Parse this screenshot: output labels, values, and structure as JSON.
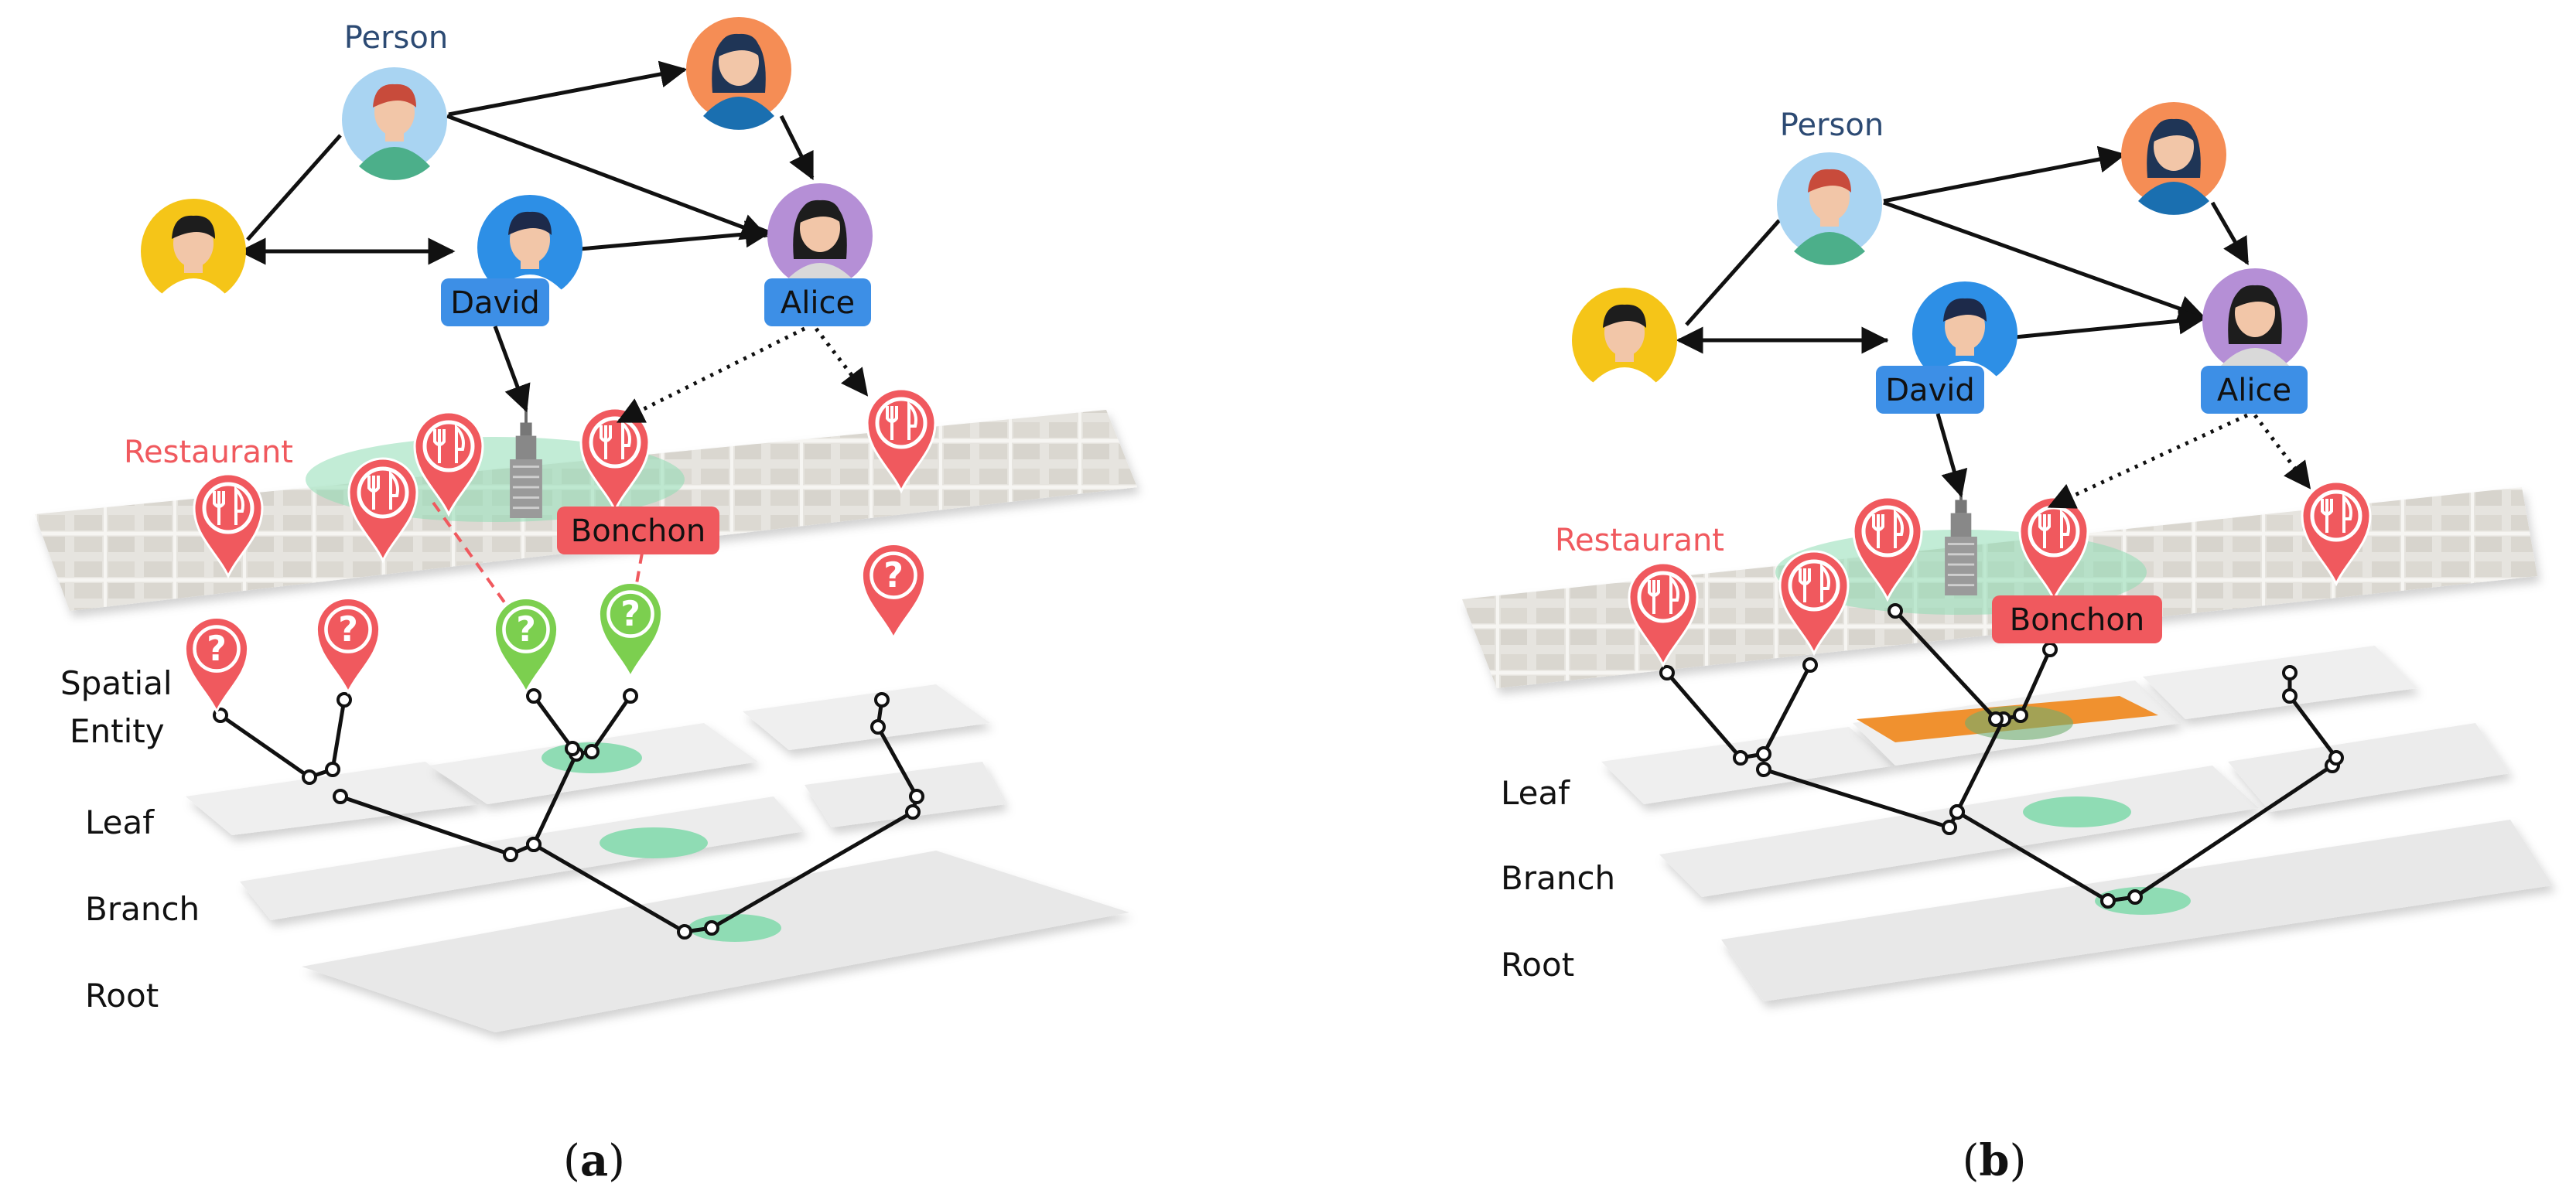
{
  "panel_a": {
    "person_label": "Person",
    "restaurant_label": "Restaurant",
    "people": {
      "david": "David",
      "alice": "Alice"
    },
    "spot_label": "Bonchon",
    "layer_labels": {
      "spatial_entity_1": "Spatial",
      "spatial_entity_2": "Entity",
      "leaf": "Leaf",
      "branch": "Branch",
      "root": "Root"
    },
    "caption": {
      "open": "(",
      "letter": "a",
      "close": ")"
    }
  },
  "panel_b": {
    "person_label": "Person",
    "restaurant_label": "Restaurant",
    "people": {
      "david": "David",
      "alice": "Alice"
    },
    "spot_label": "Bonchon",
    "layer_labels": {
      "leaf": "Leaf",
      "branch": "Branch",
      "root": "Root"
    },
    "caption": {
      "open": "(",
      "letter": "b",
      "close": ")"
    }
  },
  "colors": {
    "pin_red": "#f0595e",
    "pin_green": "#7ccf4f",
    "badge_blue": "#3d8fe6",
    "badge_red": "#f0595e",
    "highlight_green": "#8fdcb4",
    "highlight_orange": "#f0912f",
    "avatar_light_blue": "#a9d4f2",
    "avatar_orange": "#f58d55",
    "avatar_yellow": "#f5c518",
    "avatar_blue": "#2d8fe6",
    "avatar_purple": "#b58fd6"
  },
  "icons": {
    "restaurant_pin": "fork-knife-pin-icon",
    "unknown_pin": "question-pin-icon",
    "landmark": "skyscraper-icon",
    "person": "person-avatar-icon"
  }
}
